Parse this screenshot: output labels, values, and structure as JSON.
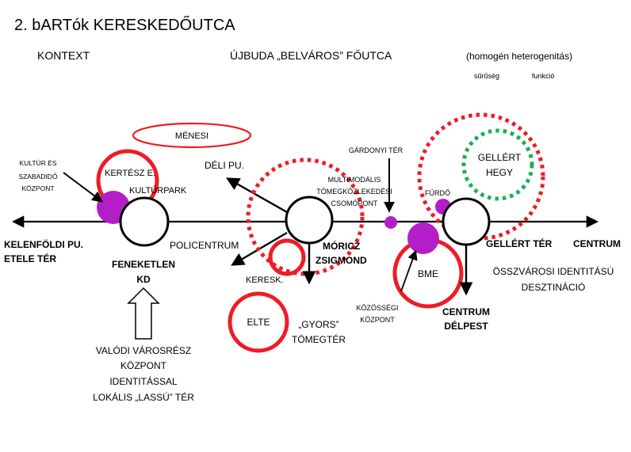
{
  "header": {
    "title": "2.  bARTók    KERESKEDŐUTCA",
    "context": "KONTEXT",
    "subtitle": "ÚJBUDA „BELVÁROS” FŐUTCA",
    "measure": "(homogén heterogenitás)",
    "measure_a": "sűrűség",
    "measure_b": "funkció"
  },
  "labels": {
    "menesi": "MÉNESI",
    "kultur_1": "KULTÚR ÉS",
    "kultur_2": "SZABADIDŐ",
    "kultur_3": "KÖZPONT",
    "kertesz": "KERTÉSZ E.",
    "kulturpark": "KULTÚRPARK",
    "deli": "DÉLI PU.",
    "gardonyi": "GÁRDONYI TÉR",
    "multi_1": "MULTIMODÁLIS",
    "multi_2": "TÖMEGKÖZLEKEDÉSI",
    "multi_3": "CSOMÓPONT",
    "gellert_hegy_1": "GELLÉRT",
    "gellert_hegy_2": "HEGY",
    "furdo": "FÜRDŐ",
    "kelenfold_1": "KELENFÖLDI PU.",
    "kelenfold_2": "ETELE TÉR",
    "policentrum": "POLICENTRUM",
    "moricz_1": "MÓRICZ",
    "moricz_2": "ZSIGMOND",
    "gellert_ter": "GELLÉRT TÉR",
    "centrum": "CENTRUM",
    "feneketlen_1": "FENEKETLEN",
    "feneketlen_2": "KD",
    "keresk": "KERESK.",
    "bme": "BME",
    "osszvarosi_1": "ÖSSZVÁROSI IDENTITÁSÚ",
    "osszvarosi_2": "DESZTINÁCIÓ",
    "kozossegi_1": "KÖZÖSSÉGI",
    "kozossegi_2": "KÖZPONT",
    "elte": "ELTE",
    "gyors_1": "„GYORS”",
    "gyors_2": "TÖMEGTÉR",
    "centrum_delpest_1": "CENTRUM",
    "centrum_delpest_2": "DÉLPEST",
    "valodi_1": "VALÓDI VÁROSRÉSZ",
    "valodi_2": "KÖZPONT",
    "valodi_3": "IDENTITÁSSAL",
    "valodi_4": "LOKÁLIS „LASSÚ” TÉR"
  },
  "colors": {
    "red": "#ee1c25",
    "purple": "#b41ec8",
    "green": "#1fae57",
    "black": "#000000"
  }
}
